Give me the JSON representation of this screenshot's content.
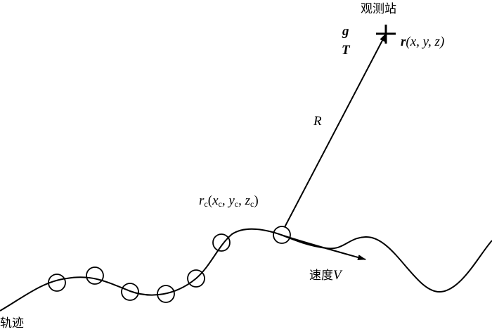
{
  "labels": {
    "station": "观测站",
    "g": "g",
    "T": "T",
    "r_bold": "r",
    "r_coords": "(x, y, z)",
    "R": "R",
    "rc_r": "r",
    "rc_sub": "c",
    "rc_open": "(",
    "rc_x": "x",
    "rc_y": "y",
    "rc_z": "z",
    "rc_sep": ", ",
    "rc_close": ")",
    "velocity_cn": "速度",
    "velocity_V": "V",
    "trajectory": "轨迹"
  }
}
